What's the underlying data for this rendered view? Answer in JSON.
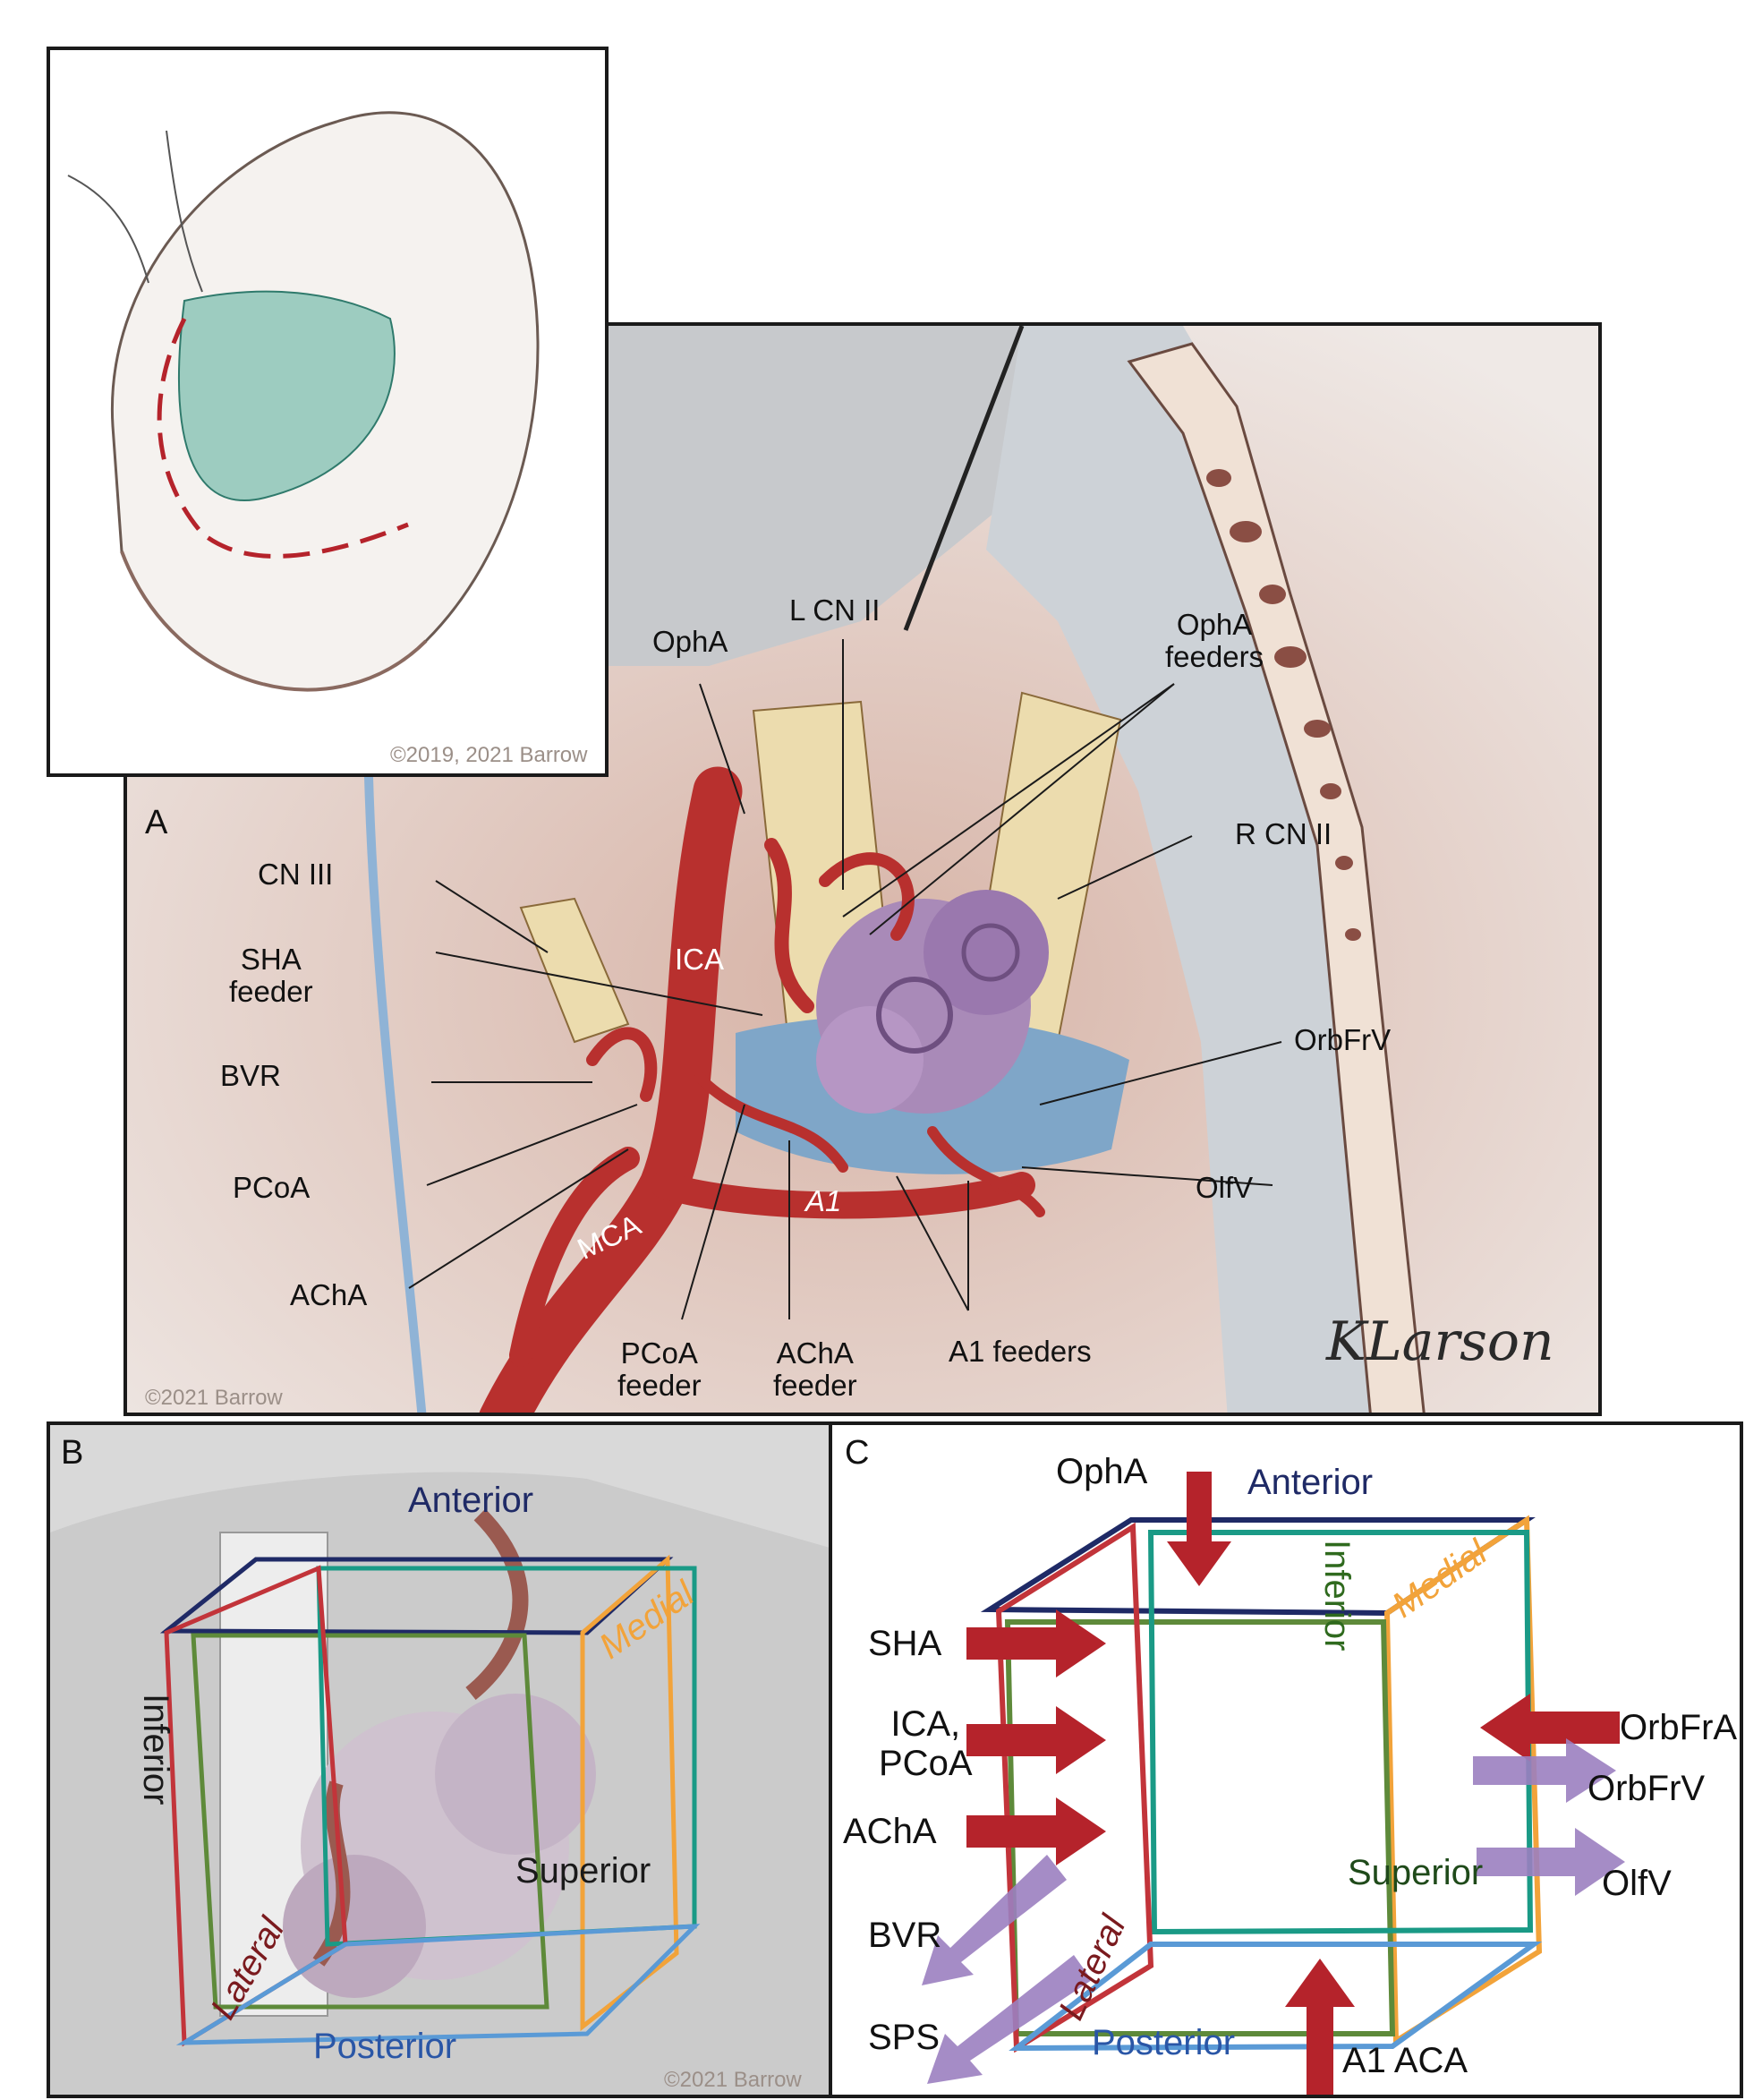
{
  "inset": {
    "copyright": "©2019, 2021 Barrow"
  },
  "panel_a": {
    "letter": "A",
    "copyright": "©2021 Barrow",
    "signature": "KLarson",
    "labels": {
      "opha": "OphA",
      "lcn2": "L CN II",
      "opha_feeders": "OphA\nfeeders",
      "rcn2": "R CN II",
      "cn3": "CN III",
      "sha_feeder": "SHA\nfeeder",
      "ica": "ICA",
      "bvr": "BVR",
      "orbfrv": "OrbFrV",
      "pcoa": "PCoA",
      "olfv": "OlfV",
      "a1": "A1",
      "mca": "MCA",
      "acha": "AChA",
      "pcoa_feeder": "PCoA\nfeeder",
      "acha_feeder": "AChA\nfeeder",
      "a1_feeders": "A1 feeders"
    }
  },
  "panel_b": {
    "letter": "B",
    "copyright": "©2021 Barrow",
    "faces": {
      "anterior": "Anterior",
      "medial": "Medial",
      "inferior": "Inferior",
      "superior": "Superior",
      "lateral": "Lateral",
      "posterior": "Posterior"
    }
  },
  "panel_c": {
    "letter": "C",
    "faces": {
      "anterior": "Anterior",
      "medial": "Medial",
      "inferior": "Inferior",
      "superior": "Superior",
      "lateral": "Lateral",
      "posterior": "Posterior"
    },
    "feeders": {
      "opha": "OphA",
      "sha": "SHA",
      "ica_pcoa": "ICA,\nPCoA",
      "acha": "AChA",
      "orbfra": "OrbFrA",
      "a1_aca": "A1 ACA"
    },
    "drainers": {
      "bvr": "BVR",
      "sps": "SPS",
      "orbfrv": "OrbFrV",
      "olfv": "OlfV"
    }
  },
  "colors": {
    "anterior": "#1f2a66",
    "medial": "#f2a33a",
    "inferior": "#5e8a3a",
    "superior": "#1a9a86",
    "lateral": "#c2343a",
    "posterior": "#5a9ad6",
    "feeder_arrow": "#b5232b",
    "drainer_arrow": "#9b7fc0",
    "artery": "#b8302e",
    "vein": "#7fa6c8",
    "nerve": "#ecdcae",
    "bone": "#8a4e44",
    "malformation": "#a98ab8",
    "inset_region": "#7fbfb0"
  }
}
